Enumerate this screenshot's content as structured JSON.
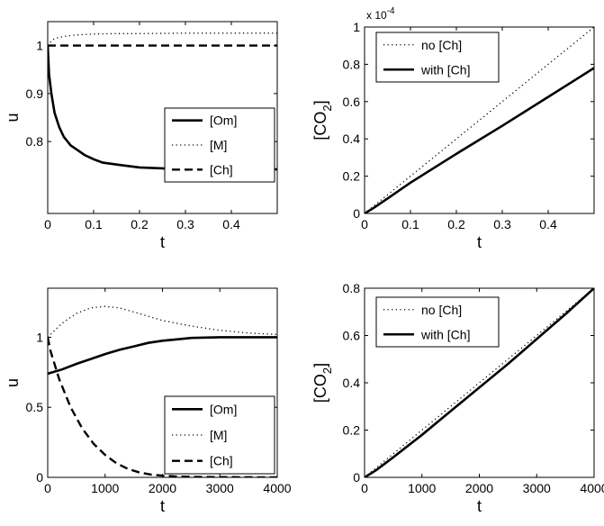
{
  "chart_data": [
    {
      "type": "line",
      "panel": "top-left",
      "xlabel": "t",
      "ylabel": "u",
      "xlim": [
        0,
        0.5
      ],
      "ylim": [
        0.65,
        1.05
      ],
      "xticks": [
        0,
        0.1,
        0.2,
        0.3,
        0.4
      ],
      "xtick_labels": [
        "0",
        "0.1",
        "0.2",
        "0.3",
        "0.4"
      ],
      "yticks": [
        0.8,
        0.9,
        1.0
      ],
      "ytick_labels": [
        "0.8",
        "0.9",
        "1"
      ],
      "legend_position": "center-right",
      "series": [
        {
          "name": "[Om]",
          "style": "solid",
          "x": [
            0,
            0.003,
            0.008,
            0.015,
            0.025,
            0.035,
            0.05,
            0.065,
            0.08,
            0.1,
            0.12,
            0.15,
            0.2,
            0.25,
            0.28,
            0.35,
            0.4,
            0.45,
            0.5
          ],
          "y": [
            1.0,
            0.94,
            0.9,
            0.86,
            0.83,
            0.81,
            0.792,
            0.782,
            0.772,
            0.763,
            0.756,
            0.752,
            0.746,
            0.744,
            0.742,
            0.742,
            0.742,
            0.742,
            0.742
          ]
        },
        {
          "name": "[M]",
          "style": "dotted",
          "x": [
            0,
            0.01,
            0.02,
            0.04,
            0.06,
            0.1,
            0.15,
            0.2,
            0.3,
            0.4,
            0.5
          ],
          "y": [
            1.0,
            1.012,
            1.016,
            1.02,
            1.022,
            1.024,
            1.025,
            1.025,
            1.026,
            1.026,
            1.026
          ]
        },
        {
          "name": "[Ch]",
          "style": "dashed",
          "x": [
            0,
            0.5
          ],
          "y": [
            1.0,
            1.0
          ]
        }
      ]
    },
    {
      "type": "line",
      "panel": "top-right",
      "xlabel": "t",
      "ylabel": "[CO2]",
      "ylabel_main": "[CO",
      "ylabel_sub": "2",
      "ylabel_tail": "]",
      "y_multiplier_base": "x 10",
      "y_multiplier_exp": "-4",
      "xlim": [
        0,
        0.5
      ],
      "ylim": [
        0,
        1
      ],
      "xticks": [
        0,
        0.1,
        0.2,
        0.3,
        0.4
      ],
      "xtick_labels": [
        "0",
        "0.1",
        "0.2",
        "0.3",
        "0.4"
      ],
      "yticks": [
        0,
        0.2,
        0.4,
        0.6,
        0.8,
        1.0
      ],
      "ytick_labels": [
        "0",
        "0.2",
        "0.4",
        "0.6",
        "0.8",
        "1"
      ],
      "legend_position": "top-left",
      "series": [
        {
          "name": "no [Ch]",
          "style": "dotted",
          "x": [
            0,
            0.1,
            0.2,
            0.3,
            0.4,
            0.5
          ],
          "y": [
            0,
            0.2,
            0.4,
            0.6,
            0.8,
            1.0
          ]
        },
        {
          "name": "with [Ch]",
          "style": "solid",
          "x": [
            0,
            0.02,
            0.05,
            0.1,
            0.2,
            0.3,
            0.4,
            0.5
          ],
          "y": [
            0,
            0.03,
            0.08,
            0.165,
            0.32,
            0.47,
            0.625,
            0.78
          ]
        }
      ]
    },
    {
      "type": "line",
      "panel": "bottom-left",
      "xlabel": "t",
      "ylabel": "u",
      "xlim": [
        0,
        4000
      ],
      "ylim": [
        0,
        1.35
      ],
      "xticks": [
        0,
        1000,
        2000,
        3000,
        4000
      ],
      "xtick_labels": [
        "0",
        "1000",
        "2000",
        "3000",
        "4000"
      ],
      "yticks": [
        0,
        0.5,
        1.0
      ],
      "ytick_labels": [
        "0",
        "0.5",
        "1"
      ],
      "legend_position": "bottom-right",
      "series": [
        {
          "name": "[Om]",
          "style": "solid",
          "x": [
            0,
            250,
            500,
            750,
            1000,
            1250,
            1500,
            1750,
            2000,
            2250,
            2500,
            3000,
            3500,
            4000
          ],
          "y": [
            0.74,
            0.77,
            0.81,
            0.845,
            0.88,
            0.91,
            0.935,
            0.96,
            0.975,
            0.985,
            0.995,
            1.0,
            1.0,
            1.0
          ]
        },
        {
          "name": "[M]",
          "style": "dotted",
          "x": [
            0,
            250,
            500,
            750,
            1000,
            1250,
            1500,
            2000,
            2500,
            3000,
            3500,
            4000
          ],
          "y": [
            1.0,
            1.1,
            1.17,
            1.21,
            1.22,
            1.21,
            1.18,
            1.12,
            1.08,
            1.05,
            1.03,
            1.02
          ]
        },
        {
          "name": "[Ch]",
          "style": "dashed",
          "x": [
            0,
            50,
            200,
            400,
            600,
            800,
            1000,
            1200,
            1400,
            1600,
            1800,
            2000,
            2200,
            2500,
            3000,
            4000
          ],
          "y": [
            1.0,
            0.9,
            0.7,
            0.5,
            0.35,
            0.24,
            0.16,
            0.1,
            0.06,
            0.035,
            0.02,
            0.012,
            0.008,
            0.004,
            0.002,
            0.0
          ]
        }
      ]
    },
    {
      "type": "line",
      "panel": "bottom-right",
      "xlabel": "t",
      "ylabel": "[CO2]",
      "ylabel_main": "[CO",
      "ylabel_sub": "2",
      "ylabel_tail": "]",
      "xlim": [
        0,
        4000
      ],
      "ylim": [
        0,
        0.8
      ],
      "xticks": [
        0,
        1000,
        2000,
        3000,
        4000
      ],
      "xtick_labels": [
        "0",
        "1000",
        "2000",
        "3000",
        "4000"
      ],
      "yticks": [
        0,
        0.2,
        0.4,
        0.6,
        0.8
      ],
      "ytick_labels": [
        "0",
        "0.2",
        "0.4",
        "0.6",
        "0.8"
      ],
      "legend_position": "top-left",
      "series": [
        {
          "name": "no [Ch]",
          "style": "dotted",
          "x": [
            0,
            1000,
            2000,
            3000,
            4000
          ],
          "y": [
            0,
            0.2,
            0.4,
            0.6,
            0.8
          ]
        },
        {
          "name": "with [Ch]",
          "style": "solid",
          "x": [
            0,
            200,
            500,
            1000,
            1500,
            2000,
            2500,
            3000,
            3500,
            4000
          ],
          "y": [
            0,
            0.03,
            0.085,
            0.18,
            0.28,
            0.38,
            0.48,
            0.585,
            0.69,
            0.8
          ]
        }
      ]
    }
  ]
}
